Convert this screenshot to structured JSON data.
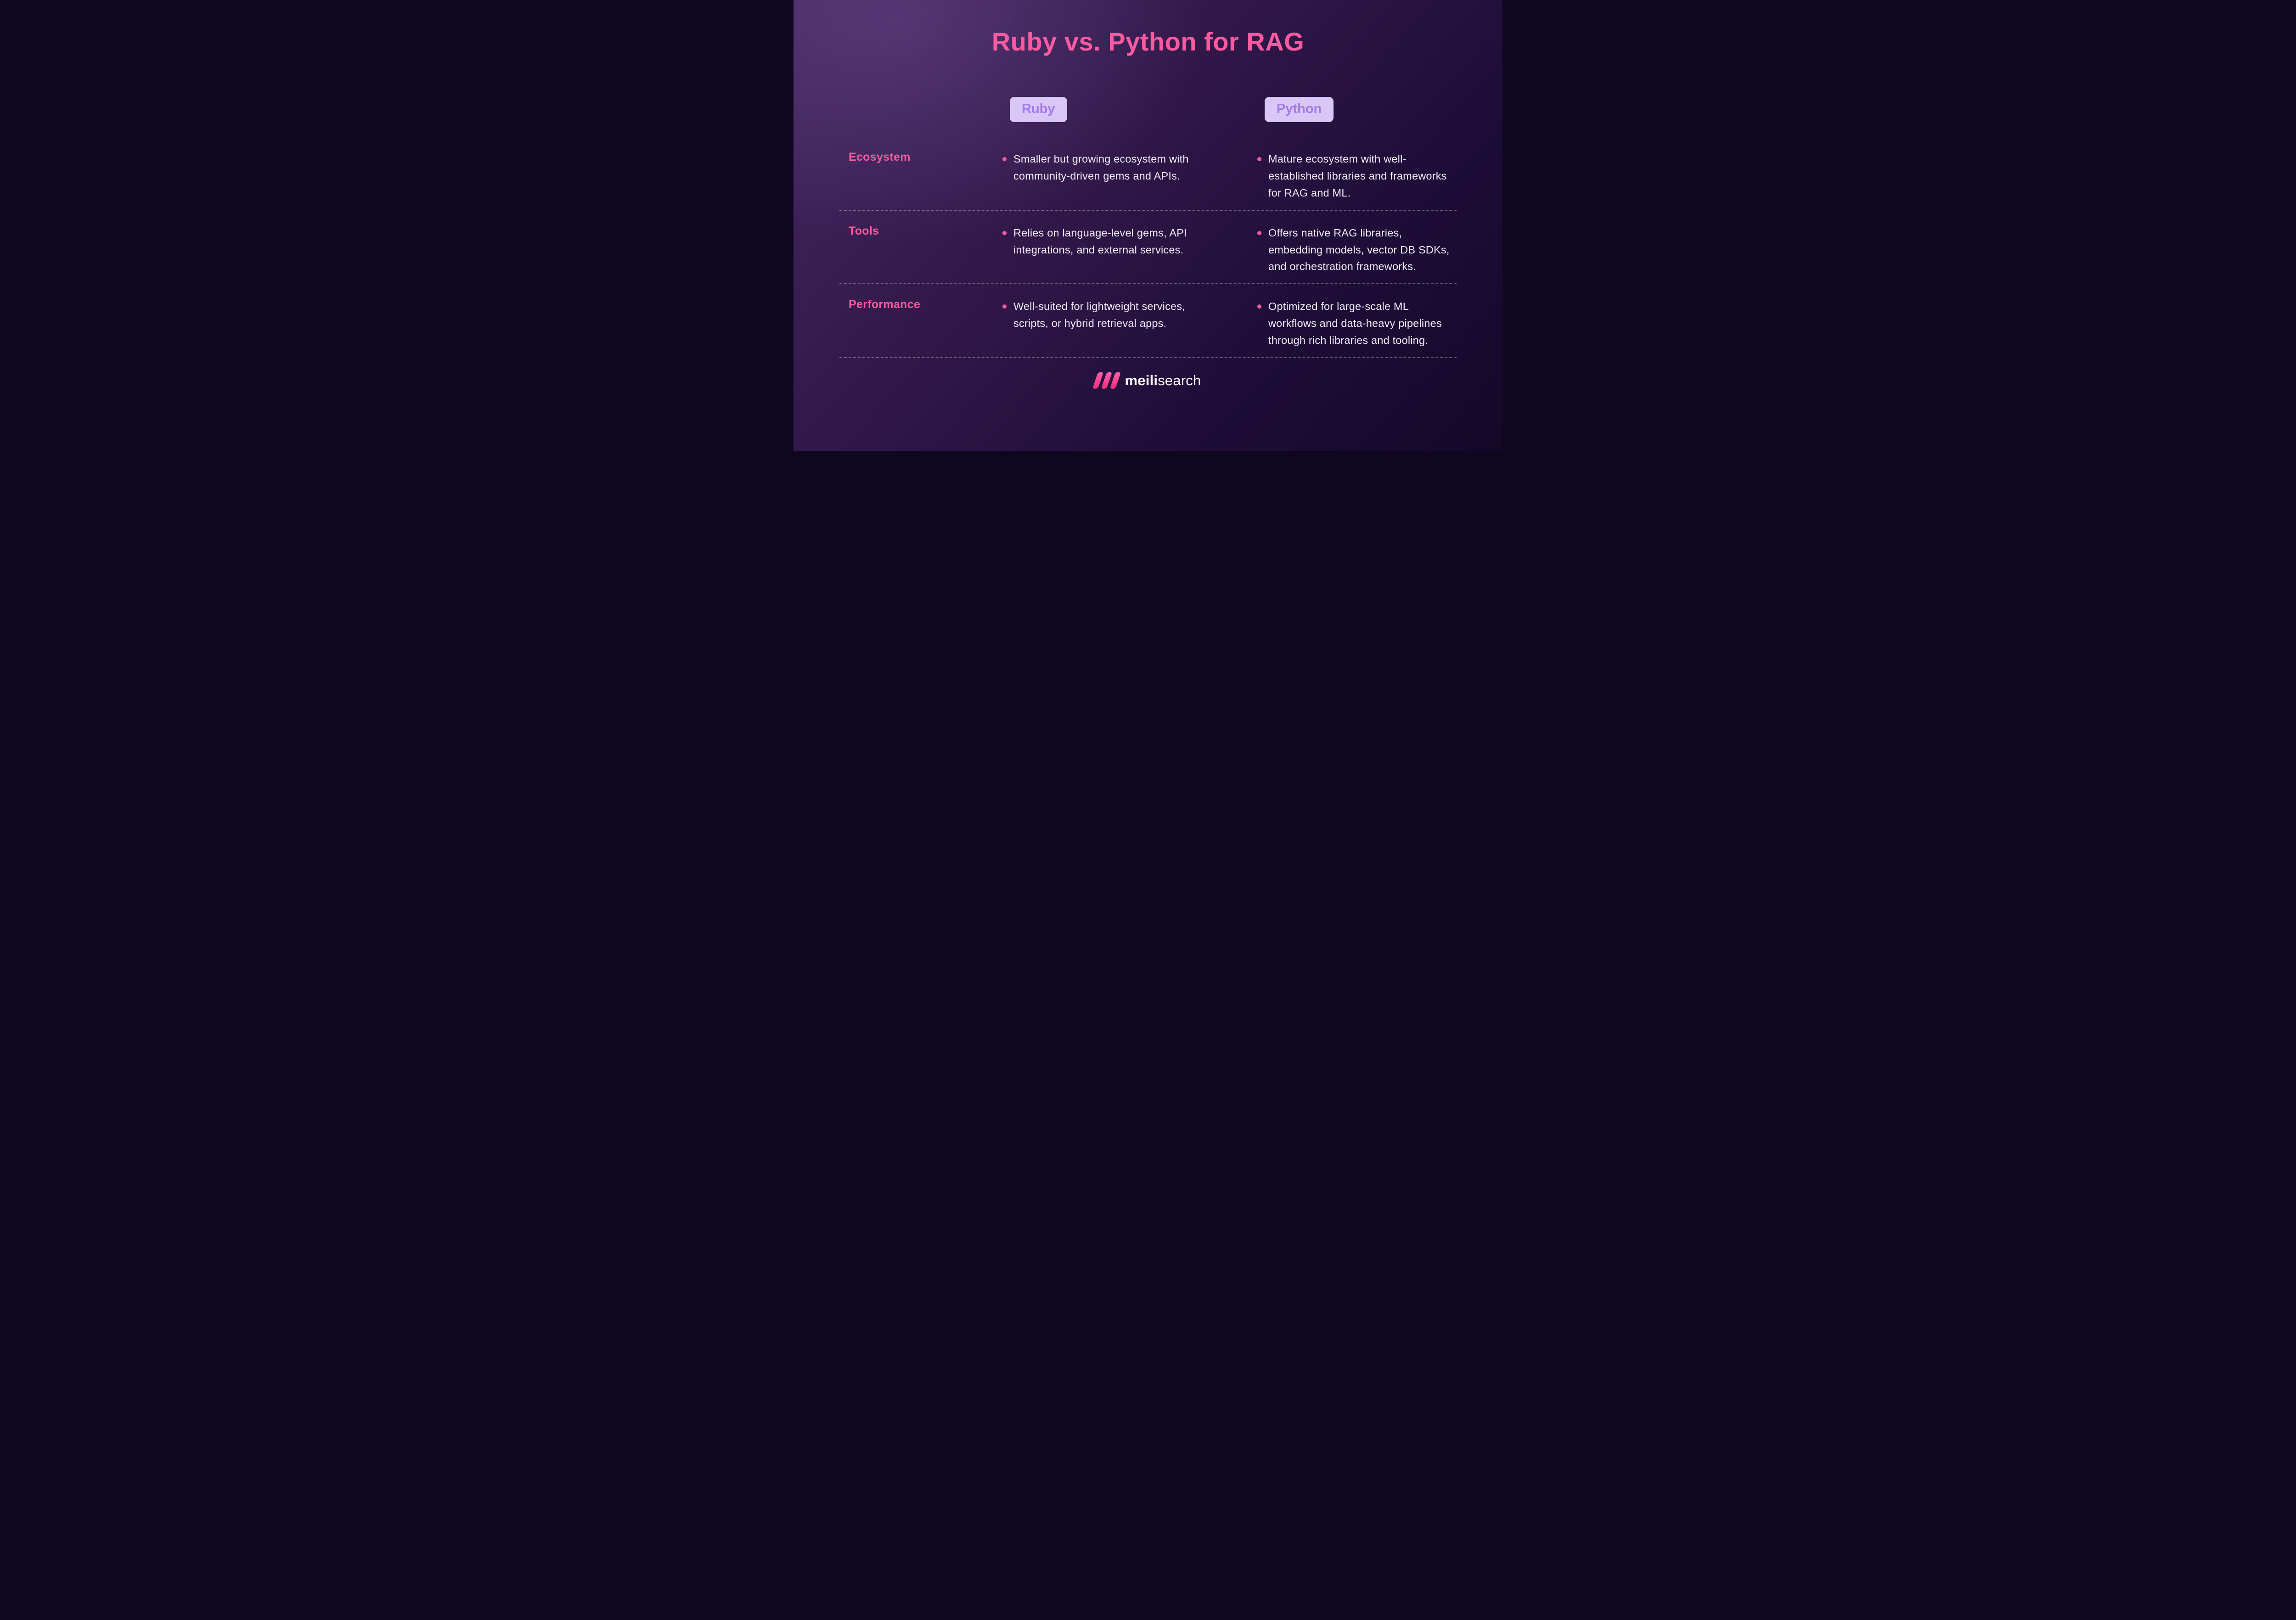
{
  "title": "Ruby vs. Python for RAG",
  "columns": {
    "ruby": "Ruby",
    "python": "Python"
  },
  "rows": [
    {
      "label": "Ecosystem",
      "ruby": "Smaller but growing ecosystem with community-driven gems and APIs.",
      "python": "Mature ecosystem with well-established libraries and frameworks for RAG and ML."
    },
    {
      "label": "Tools",
      "ruby": "Relies on language-level gems, API integrations, and external services.",
      "python": "Offers native RAG libraries, embedding models, vector DB SDKs, and orchestration frameworks."
    },
    {
      "label": "Performance",
      "ruby": "Well-suited for lightweight services, scripts, or hybrid retrieval apps.",
      "python": "Optimized for large-scale ML workflows and data-heavy pipelines through rich libraries and tooling."
    }
  ],
  "footer": {
    "brand_bold": "meili",
    "brand_light": "search"
  },
  "colors": {
    "accent_pink": "#f85b9f",
    "badge_background": "#d9c8f6",
    "badge_text": "#a678ea",
    "background_top_left": "#46285f",
    "background_bottom_right": "#150828",
    "body_text": "#f3eefb",
    "divider": "rgba(255,255,255,0.32)"
  }
}
